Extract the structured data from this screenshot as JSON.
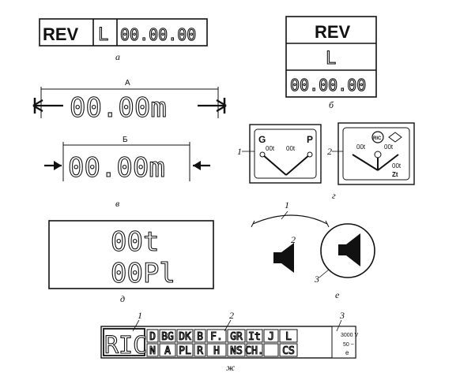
{
  "panel_a": {
    "rev": "REV",
    "mode": "L",
    "counter": "00.00.00",
    "caption": "а"
  },
  "panel_b": {
    "rev": "REV",
    "mode": "L",
    "counter": "00.00.00",
    "caption": "б"
  },
  "panel_v": {
    "dim_a": "А",
    "dim_b": "Б",
    "value_a": "00.00m",
    "value_b": "00.00m",
    "caption": "в"
  },
  "panel_g": {
    "left_label": "G",
    "right_label": "P",
    "left_value": "00t",
    "right_value": "00t",
    "tag1": "RIC",
    "values2": [
      "00t",
      "00t",
      "00t",
      "Zt"
    ],
    "callout1": "1",
    "callout2": "2",
    "caption": "г"
  },
  "panel_d": {
    "line1": "00t",
    "line2": "00Pl",
    "caption": "д"
  },
  "panel_e": {
    "callout1": "1",
    "callout2": "2",
    "callout3": "3",
    "caption": "е"
  },
  "panel_zh": {
    "ric": "RIC",
    "top_row": [
      "D",
      "BG",
      "DK",
      "B",
      "F.",
      "GR",
      "It",
      "J",
      "L"
    ],
    "bottom_row": [
      "N",
      "A",
      "PL",
      "R",
      "H",
      "NS",
      "CH.",
      "",
      "CS"
    ],
    "voltage": "3000 V",
    "freq": "50 ~",
    "e": "e",
    "callout1": "1",
    "callout2": "2",
    "callout3": "3",
    "caption": "ж"
  }
}
